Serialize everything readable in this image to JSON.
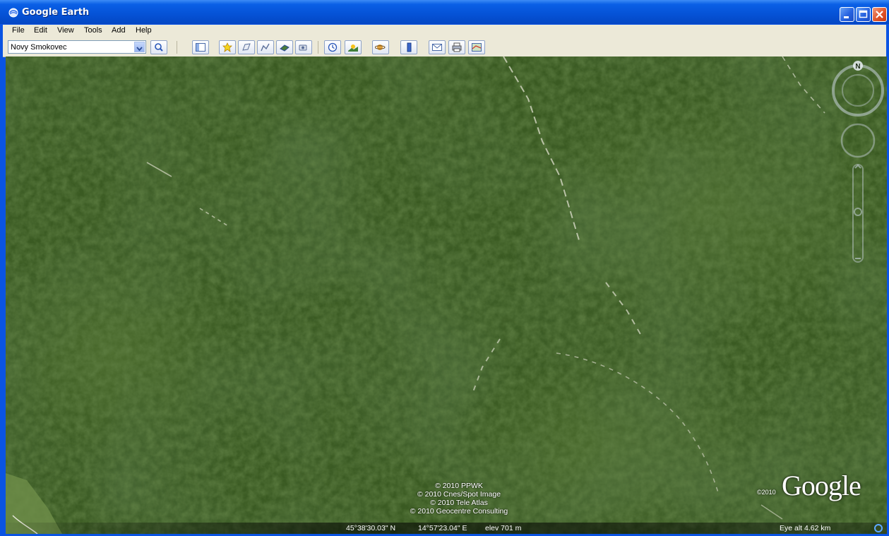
{
  "window": {
    "title": "Google Earth"
  },
  "menu": [
    "File",
    "Edit",
    "View",
    "Tools",
    "Add",
    "Help"
  ],
  "search": {
    "value": "Novy Smokovec"
  },
  "toolbar": {
    "icons": [
      "search-icon",
      "sidebar-icon",
      "placemark-icon",
      "polygon-icon",
      "path-icon",
      "overlay-icon",
      "tour-icon",
      "historical-imagery-icon",
      "sunlight-icon",
      "planets-icon",
      "ruler-icon",
      "email-icon",
      "print-icon",
      "view-in-maps-icon"
    ]
  },
  "map": {
    "compass_label": "N",
    "attribution": [
      "© 2010 PPWK",
      "© 2010 Cnes/Spot Image",
      "© 2010 Tele Atlas",
      "© 2010 Geocentre Consulting"
    ],
    "logo_year": "©2010",
    "logo_word": "Google",
    "status": {
      "latitude": "45°38'30.03\" N",
      "longitude": "14°57'23.04\" E",
      "elevation": "elev  701 m",
      "eye_alt": "Eye alt   4.62 km"
    }
  },
  "colors": {
    "title_blue": "#0a54e3",
    "menu_bg": "#ece9d8",
    "forest_green": "#2f4a1c"
  }
}
